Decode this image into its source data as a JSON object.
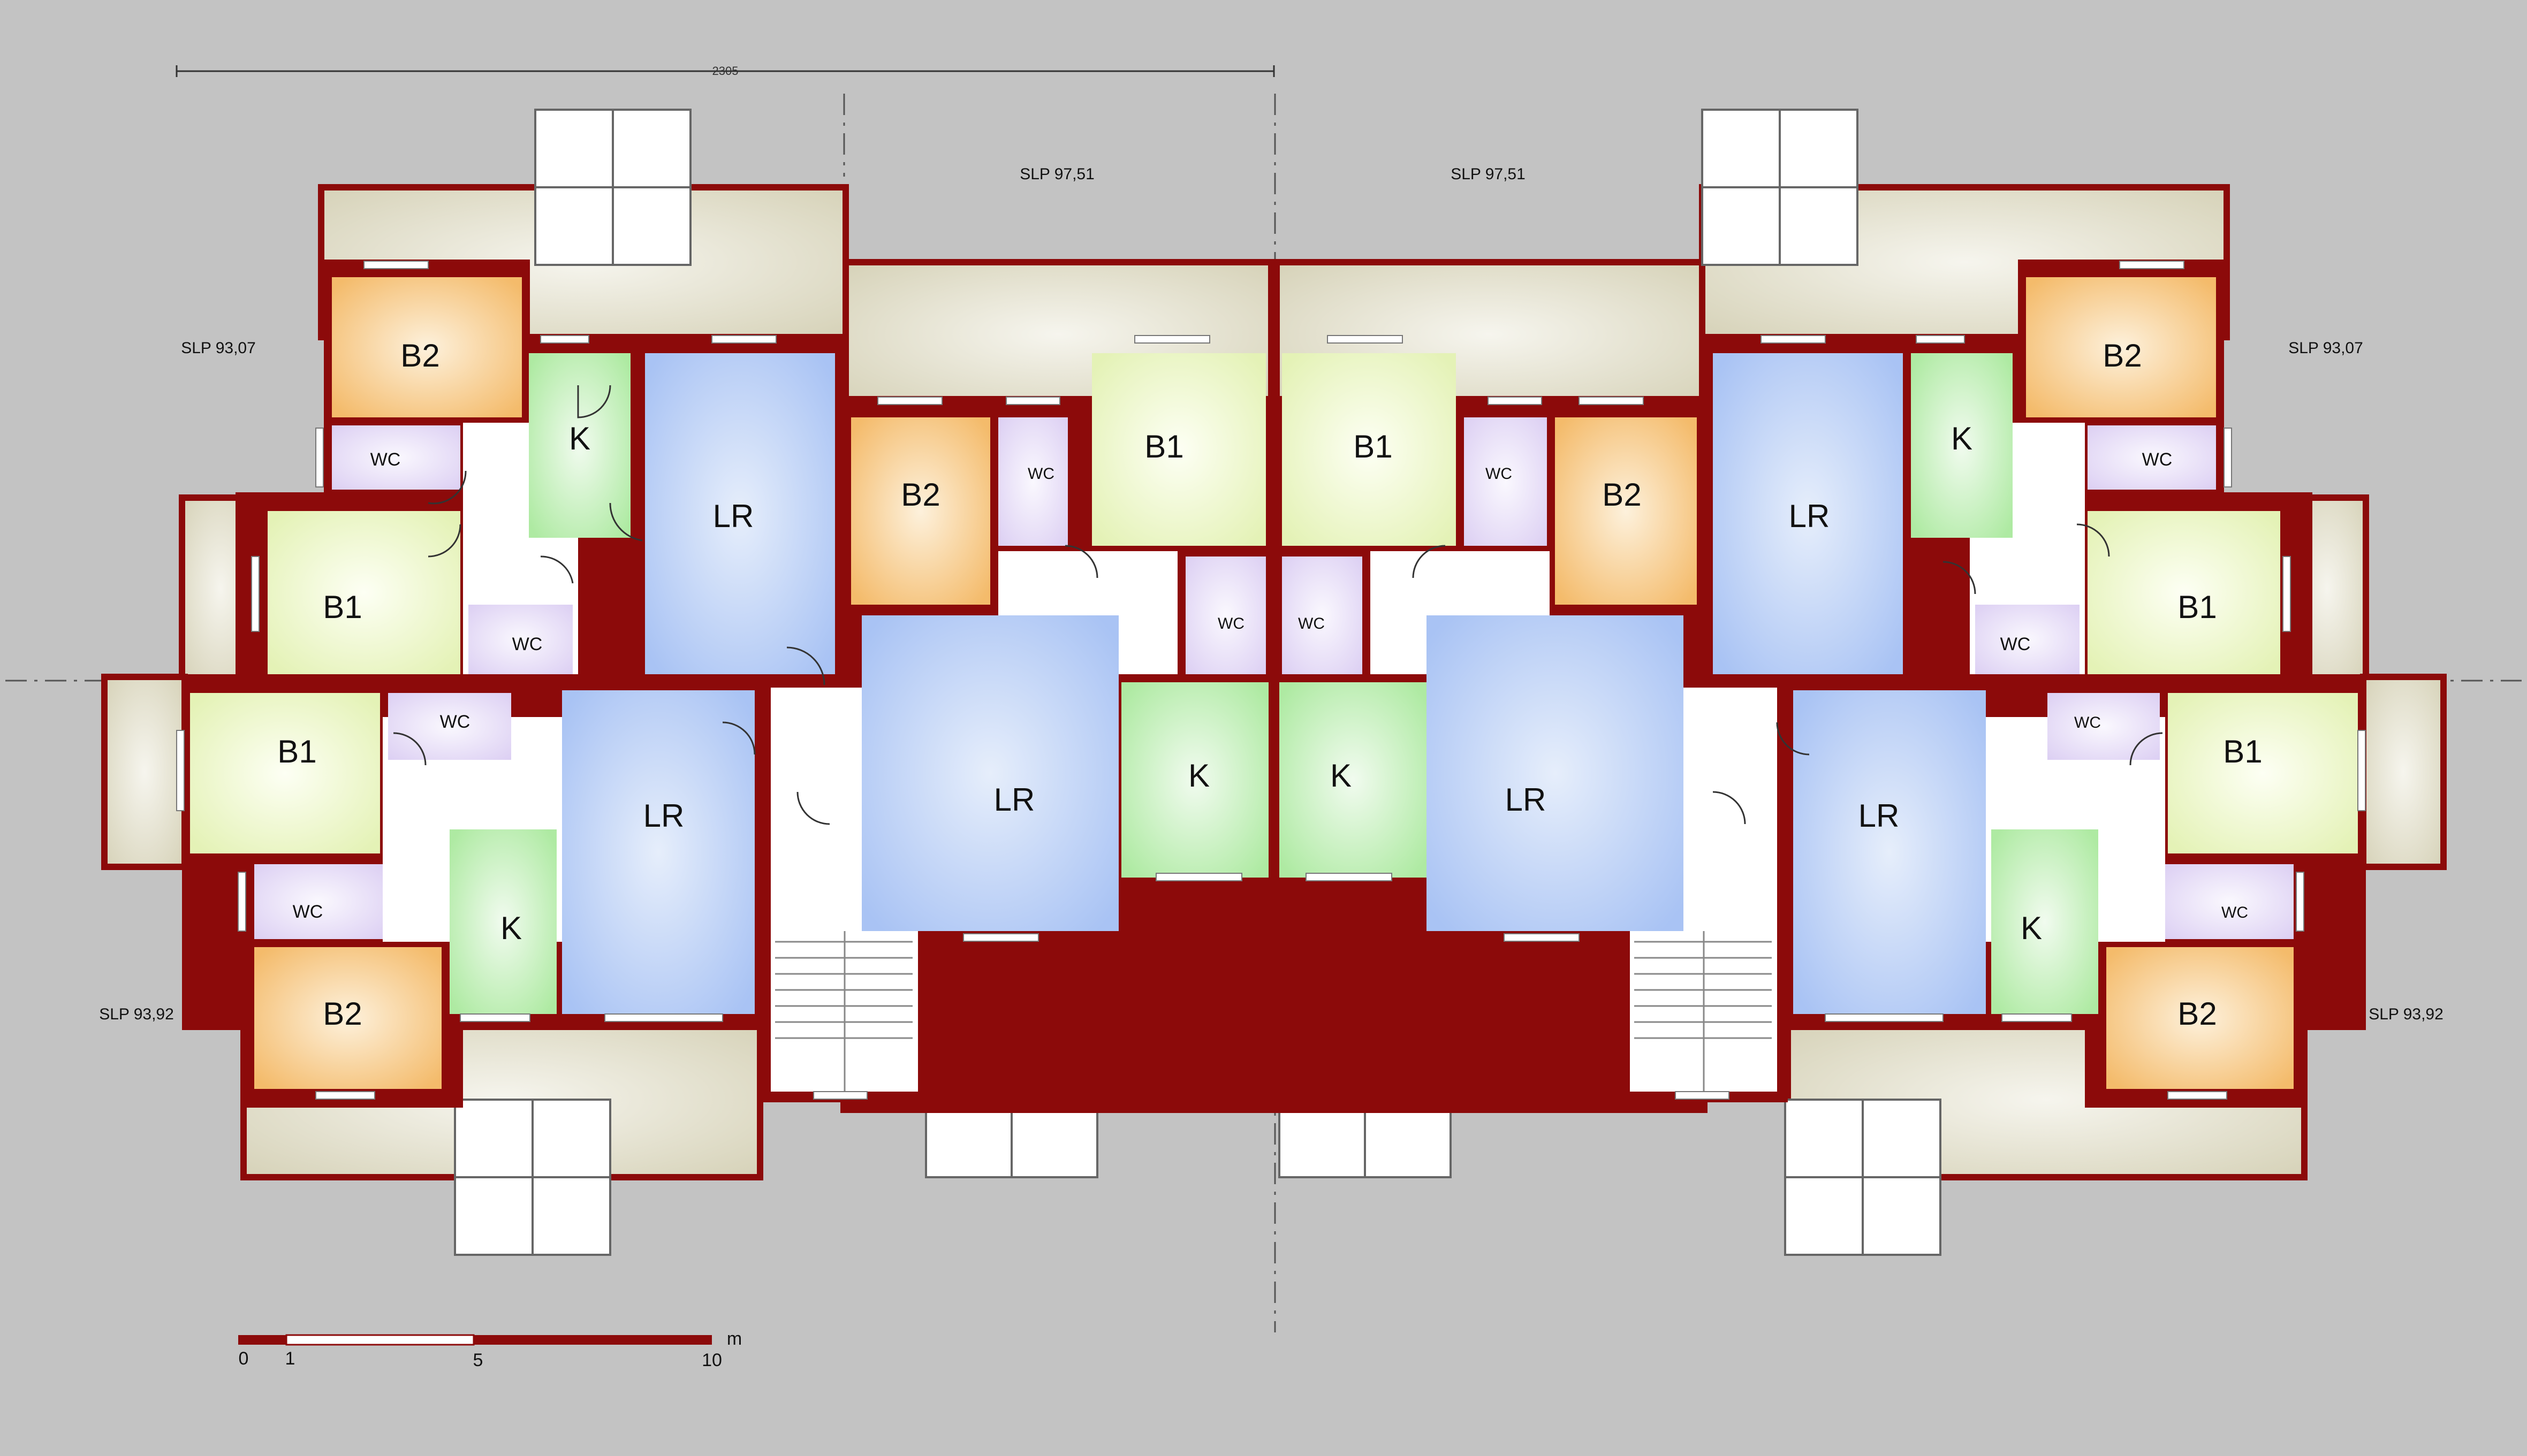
{
  "dimension": {
    "label": "2305"
  },
  "areas": [
    {
      "id": "tl",
      "label": "SLP 93,07"
    },
    {
      "id": "tc1",
      "label": "SLP 97,51"
    },
    {
      "id": "tc2",
      "label": "SLP 97,51"
    },
    {
      "id": "tr",
      "label": "SLP 93,07"
    },
    {
      "id": "bl",
      "label": "SLP 93,92"
    },
    {
      "id": "br",
      "label": "SLP 93,92"
    }
  ],
  "rooms": {
    "A": [
      "B2",
      "WC",
      "K",
      "LR",
      "B1",
      "WC"
    ],
    "B": [
      "B1",
      "WC",
      "LR",
      "K",
      "WC",
      "B2"
    ],
    "C": [
      "B2",
      "WC",
      "B1",
      "WC",
      "LR",
      "K"
    ],
    "D": [
      "B1",
      "WC",
      "B2",
      "WC",
      "LR",
      "K"
    ],
    "E": [
      "LR",
      "K",
      "B2",
      "WC",
      "B1",
      "WC"
    ],
    "F": [
      "LR",
      "K",
      "B1",
      "WC",
      "WC",
      "B2"
    ]
  },
  "scale": {
    "ticks": [
      "0",
      "1",
      "5",
      "10"
    ],
    "unit": "m"
  },
  "colors": {
    "background": "#c3c3c3",
    "wall": "#8c0a0a",
    "terrace": "#ddd9c3",
    "living": "#b9cdf6",
    "kitchen": "#bdf0b3",
    "bedroom1": "#ecf6c6",
    "bedroom2": "#f6c783",
    "wc": "#e2d7f5",
    "corridor": "#ffffff"
  }
}
